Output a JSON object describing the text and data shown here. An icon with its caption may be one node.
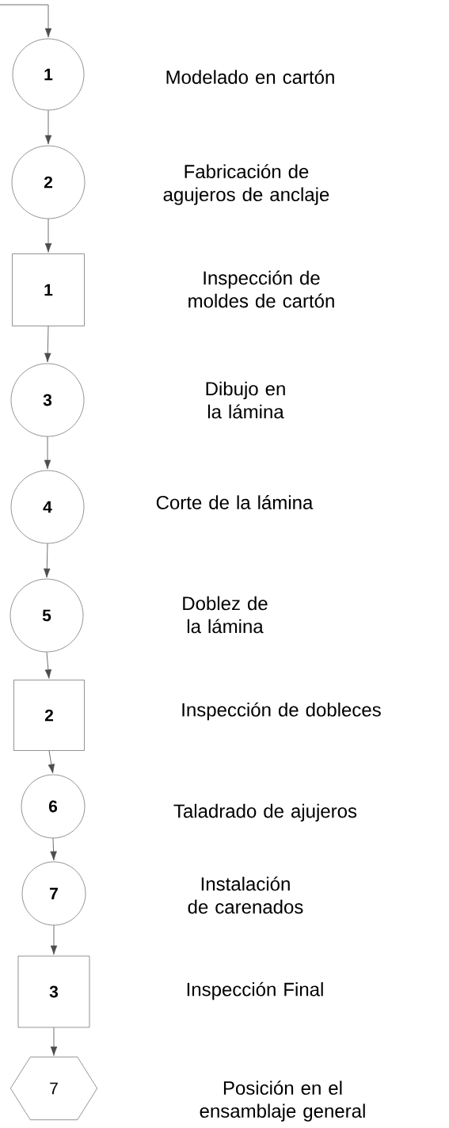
{
  "diagram": {
    "nodes": [
      {
        "text": [
          "1"
        ]
      },
      {
        "text": [
          "2"
        ]
      },
      {
        "text": [
          "1"
        ]
      },
      {
        "text": [
          "3"
        ]
      },
      {
        "text": [
          "4"
        ]
      },
      {
        "text": [
          "5"
        ]
      },
      {
        "text": [
          "2"
        ]
      },
      {
        "text": [
          "6"
        ]
      },
      {
        "text": [
          "7"
        ]
      },
      {
        "text": [
          "3"
        ]
      },
      {
        "text": [
          "7"
        ]
      }
    ],
    "edges": [
      {
        "from": null,
        "to": 0,
        "arrow": "to"
      },
      {
        "from": 0,
        "to": 1,
        "arrow": "to"
      },
      {
        "from": 1,
        "to": 2,
        "arrow": "to"
      },
      {
        "from": 2,
        "to": 3,
        "arrow": "to"
      },
      {
        "from": 3,
        "to": 4,
        "arrow": "to"
      },
      {
        "from": 4,
        "to": 5,
        "arrow": "to"
      },
      {
        "from": 5,
        "to": 6,
        "arrow": "to"
      },
      {
        "from": 6,
        "to": 7,
        "arrow": "to"
      },
      {
        "from": 7,
        "to": 8,
        "arrow": "to"
      },
      {
        "from": 8,
        "to": 9,
        "arrow": "to"
      },
      {
        "from": 9,
        "to": 10,
        "arrow": "to"
      }
    ],
    "labels": [
      "Modelado en cartón",
      "Fabricación de agujeros de anclaje",
      "Inspección de moldes de cartón",
      "Dibujo en la lámina",
      "Corte de la lámina",
      "Doblez de la lámina",
      "Inspección de dobleces",
      "Taladrado de ajujeros",
      "Instalación de carenados",
      "Inspección Final",
      "Posición en el ensamblaje general"
    ]
  }
}
